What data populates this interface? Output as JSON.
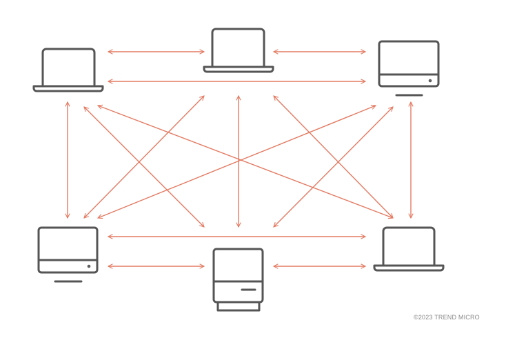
{
  "diagram": {
    "title": "Mesh network of devices",
    "accent_color": "#e47a62",
    "device_color": "#555555",
    "nodes": [
      {
        "id": "laptop-top-left",
        "icon": "laptop-icon"
      },
      {
        "id": "laptop-top-center",
        "icon": "laptop-icon"
      },
      {
        "id": "monitor-top-right",
        "icon": "desktop-monitor-icon"
      },
      {
        "id": "monitor-bottom-left",
        "icon": "desktop-monitor-icon"
      },
      {
        "id": "server-bottom-center",
        "icon": "mini-server-icon"
      },
      {
        "id": "laptop-bottom-right",
        "icon": "laptop-icon"
      }
    ],
    "edges_bidirectional": [
      [
        "laptop-top-left",
        "laptop-top-center"
      ],
      [
        "laptop-top-center",
        "monitor-top-right"
      ],
      [
        "laptop-top-left",
        "monitor-top-right"
      ],
      [
        "laptop-top-left",
        "monitor-bottom-left"
      ],
      [
        "monitor-top-right",
        "laptop-bottom-right"
      ],
      [
        "laptop-top-center",
        "server-bottom-center"
      ],
      [
        "laptop-top-left",
        "server-bottom-center"
      ],
      [
        "laptop-top-left",
        "laptop-bottom-right"
      ],
      [
        "laptop-top-center",
        "monitor-bottom-left"
      ],
      [
        "laptop-top-center",
        "laptop-bottom-right"
      ],
      [
        "monitor-top-right",
        "monitor-bottom-left"
      ],
      [
        "monitor-top-right",
        "server-bottom-center"
      ],
      [
        "monitor-bottom-left",
        "laptop-bottom-right"
      ],
      [
        "monitor-bottom-left",
        "server-bottom-center"
      ],
      [
        "server-bottom-center",
        "laptop-bottom-right"
      ]
    ]
  },
  "copyright": "©2023 TREND MICRO"
}
